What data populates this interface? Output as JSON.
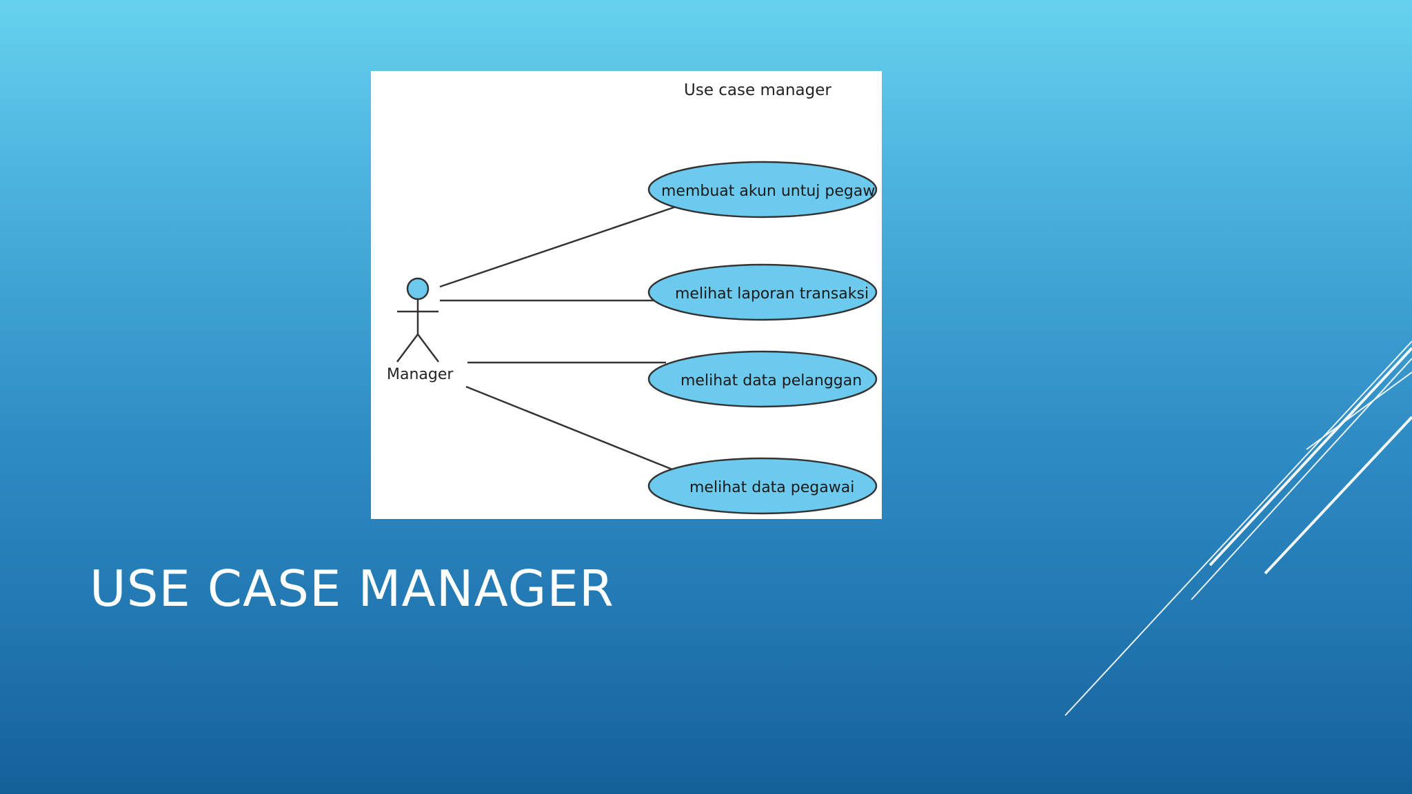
{
  "slide": {
    "title": "Use Case Manager"
  },
  "diagram": {
    "title": "Use case manager",
    "actor": {
      "label": "Manager"
    },
    "use_cases": [
      {
        "label": "membuat akun untuj pegaw"
      },
      {
        "label": "melihat laporan transaksi"
      },
      {
        "label": "melihat data pelanggan"
      },
      {
        "label": "melihat data pegawai"
      }
    ],
    "colors": {
      "use_case_fill": "#6ccaee",
      "actor_head_fill": "#6ccaee",
      "stroke": "#333333"
    }
  }
}
